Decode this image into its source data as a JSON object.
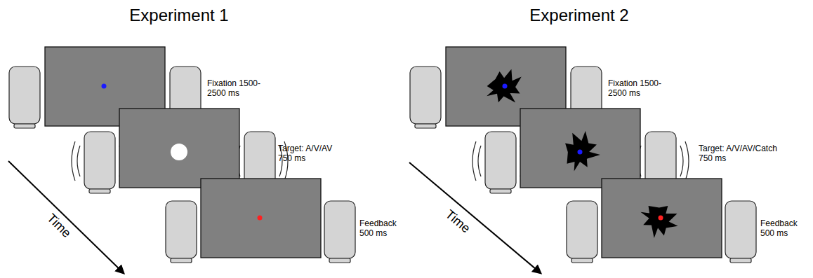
{
  "diagram": {
    "labels": [
      "Experiment 1",
      "Fixation 1500-2500 ms",
      "Target: A/V/AV 750 ms",
      "Feedback 500 ms",
      "Time",
      "Experiment 2",
      "Fixation 1500-2500 ms",
      "Target: A/V/AV/Catch 750 ms",
      "Feedback 500 ms",
      "Time"
    ]
  }
}
